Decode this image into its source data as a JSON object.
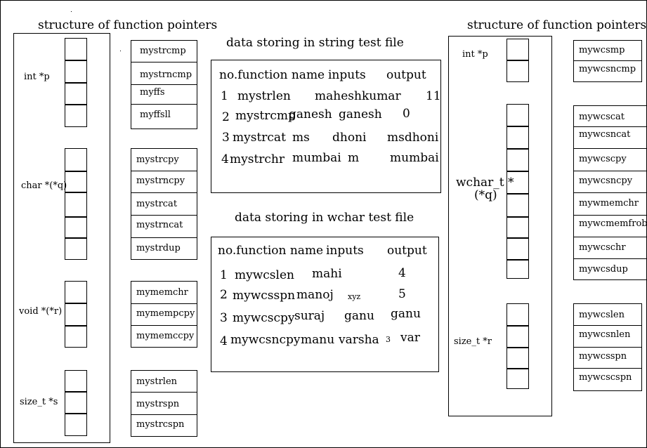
{
  "left_struct": {
    "title": "structure  of function pointers",
    "groups": [
      {
        "label": "int *p",
        "functions": [
          "mystrcmp",
          "mystrncmp",
          "myffs",
          "myffsll"
        ]
      },
      {
        "label": "char *(*q)",
        "functions": [
          "mystrcpy",
          "mystrncpy",
          "mystrcat",
          "mystrncat",
          "mystrdup"
        ]
      },
      {
        "label": "void *(*r)",
        "functions": [
          "mymemchr",
          "mymempcpy",
          "mymemccpy"
        ]
      },
      {
        "label": "size_t *s",
        "functions": [
          "mystrlen",
          "mystrspn",
          "mystrcspn"
        ]
      }
    ]
  },
  "right_struct": {
    "title": "structure of function pointers",
    "groups": [
      {
        "label": "int *p",
        "functions": [
          "mywcsmp",
          "mywcsncmp"
        ]
      },
      {
        "label_line1": "wchar_t *",
        "label_line2": "(*q)",
        "functions": [
          "mywcscat",
          "mywcsncat",
          "mywcscpy",
          "mywcsncpy",
          "mywmemchr",
          "mywcmemfrob",
          "mywcschr",
          "mywcsdup"
        ]
      },
      {
        "label": "size_t *r",
        "functions": [
          "mywcslen",
          "mywcsnlen",
          "mywcsspn",
          "mywcscspn"
        ]
      }
    ]
  },
  "string_table": {
    "caption": "data storing in string test file",
    "header": {
      "no_name": "no.function name",
      "inputs": "inputs",
      "output": "output"
    },
    "rows": [
      {
        "no": "1",
        "name": "mystrlen",
        "input1": "maheshkumar",
        "input2": "",
        "output": "11"
      },
      {
        "no": "2",
        "name": "mystrcmp",
        "input1": "ganesh",
        "input2": "ganesh",
        "output": "0"
      },
      {
        "no": "3",
        "name": "mystrcat",
        "input1": "ms",
        "input2": "dhoni",
        "output": "msdhoni"
      },
      {
        "no": "4",
        "name": "mystrchr",
        "input1": "mumbai",
        "input2": "m",
        "output": "mumbai"
      }
    ]
  },
  "wchar_table": {
    "caption": "data storing in wchar test file",
    "header": {
      "no_name": "no.function name",
      "inputs": "inputs",
      "output": "output"
    },
    "rows": [
      {
        "no": "1",
        "name": "mywcslen",
        "input1": "mahi",
        "input2": "",
        "output": "4"
      },
      {
        "no": "2",
        "name": "mywcsspn",
        "input1": "manoj",
        "input2": "xyz",
        "output": "5"
      },
      {
        "no": "3",
        "name": "mywcscpy",
        "input1": "suraj",
        "input2": "ganu",
        "output": "ganu"
      },
      {
        "no": "4",
        "name": "mywcsncpy",
        "input1": "manu",
        "input2": "varsha",
        "extra": "3",
        "output": "var"
      }
    ]
  }
}
